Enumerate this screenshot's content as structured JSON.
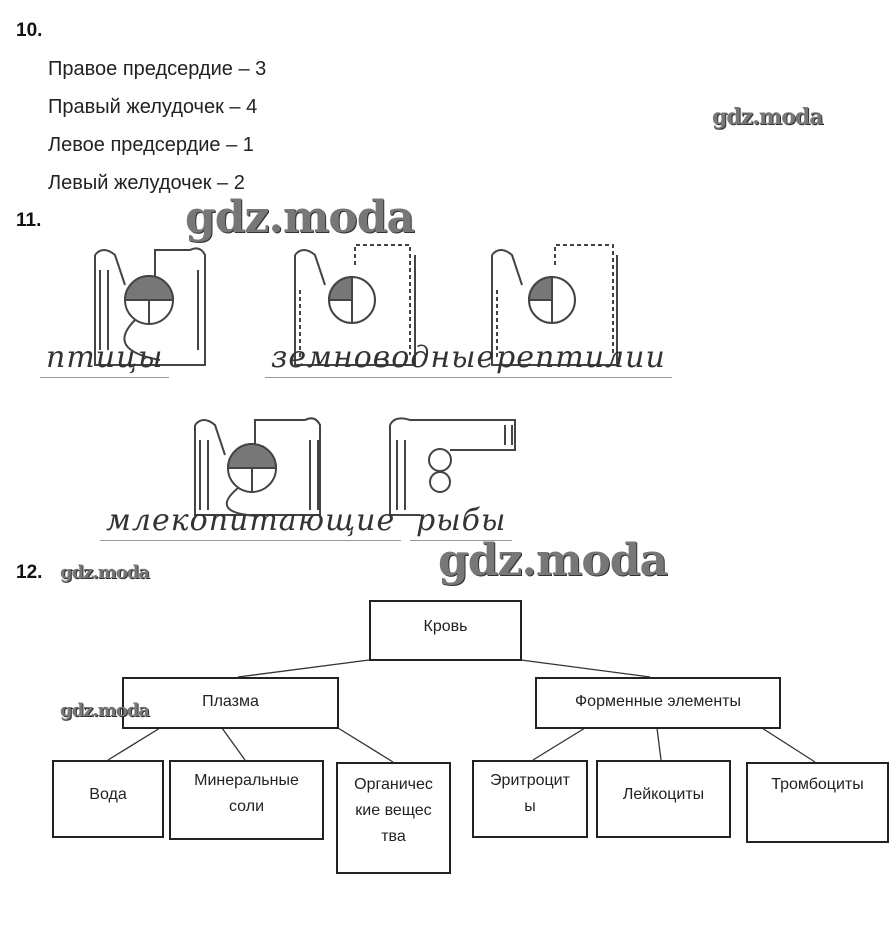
{
  "q10": {
    "number": "10.",
    "lines": [
      "Правое предсердие – 3",
      "Правый желудочек – 4",
      "Левое предсердие – 1",
      "Левый желудочек – 2"
    ]
  },
  "q11": {
    "number": "11.",
    "labels": [
      "птицы",
      "земноводные",
      "рептилии",
      "млекопитающие",
      "рыбы"
    ]
  },
  "q12": {
    "number": "12.",
    "root": "Кровь",
    "plasma": {
      "label": "Плазма",
      "children": [
        "Вода",
        "Минеральные соли",
        "Органические вещества"
      ]
    },
    "formed": {
      "label": "Форменные элементы",
      "children": [
        "Эритроциты",
        "Лейкоциты",
        "Тромбоциты"
      ]
    }
  },
  "watermark": "gdz.moda"
}
